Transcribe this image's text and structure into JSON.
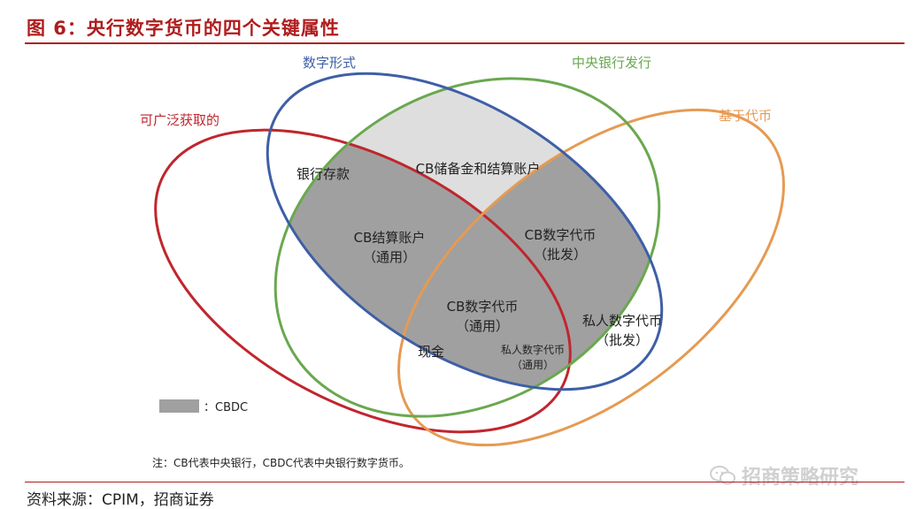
{
  "title": "图 6：央行数字货币的四个关键属性",
  "sets": {
    "digital": "数字形式",
    "central_bank": "中央银行发行",
    "token": "基于代币",
    "accessible": "可广泛获取的"
  },
  "regions": {
    "bank_deposit": "银行存款",
    "cb_reserves": "CB储备金和结算账户",
    "cb_settlement_general": [
      "CB结算账户",
      "（通用）"
    ],
    "cb_digital_wholesale": [
      "CB数字代币",
      "（批发）"
    ],
    "cb_digital_general": [
      "CB数字代币",
      "（通用）"
    ],
    "private_wholesale": [
      "私人数字代币",
      "（批发）"
    ],
    "cash": "现金",
    "private_general": [
      "私人数字代币",
      "（通用）"
    ]
  },
  "legend": {
    "label": "：CBDC"
  },
  "note": "注：CB代表中央银行，CBDC代表中央银行数字货币。",
  "source": "资料来源：CPIM，招商证券",
  "watermark": "招商策略研究",
  "colors": {
    "title": "#b01c1c",
    "digital": "#3e5fa6",
    "central_bank": "#6aa84f",
    "token": "#e69a52",
    "accessible": "#c0262d",
    "cbdc_fill": "#a0a0a0",
    "reserves_fill": "#dedede"
  }
}
